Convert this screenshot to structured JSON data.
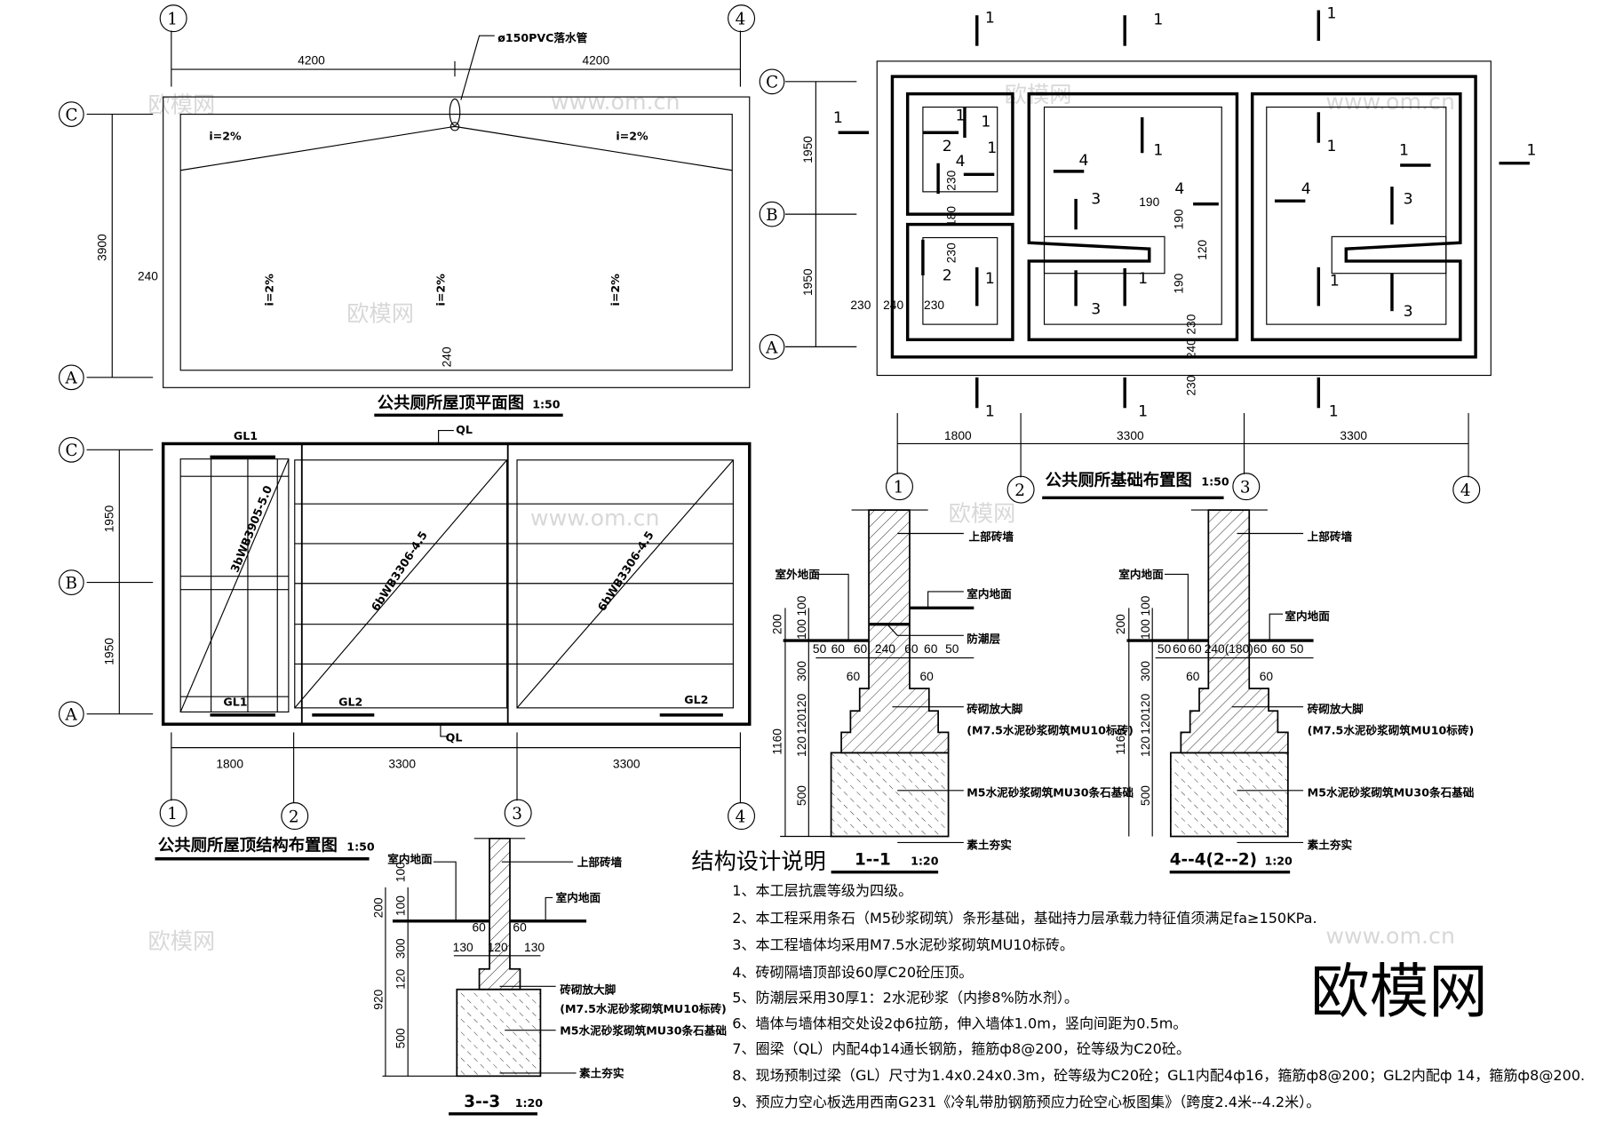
{
  "axes": {
    "n1": "1",
    "n2": "2",
    "n3": "3",
    "n4": "4",
    "a": "A",
    "b": "B",
    "c": "C"
  },
  "roof_plan": {
    "title": "公共厕所屋顶平面图",
    "scale": "1:50",
    "dim_left_span": "4200",
    "dim_right_span": "4200",
    "dim_height": "3900",
    "dim_wall_left": "240",
    "dim_wall_bottom": "240",
    "pipe_label": "ø150PVC落水管",
    "slope": "i=2%"
  },
  "roof_structure_plan": {
    "title": "公共厕所屋顶结构布置图",
    "scale": "1:50",
    "dims_x": [
      "1800",
      "3300",
      "3300"
    ],
    "dims_y": [
      "1950",
      "1950"
    ],
    "gl1": "GL1",
    "gl2": "GL2",
    "ql": "QL",
    "slab_left": "3bWB3905-5.0",
    "slab_mid": "6bWB3306-4.5",
    "slab_right": "6bWB3306-4.5"
  },
  "foundation_plan": {
    "title": "公共厕所基础布置图",
    "scale": "1:50",
    "dims_x": [
      "1800",
      "3300",
      "3300"
    ],
    "dims_y": [
      "1950",
      "1950"
    ],
    "dims_detail": [
      "230",
      "180",
      "230",
      "230",
      "240",
      "230",
      "190",
      "190",
      "120",
      "190",
      "230",
      "240",
      "230"
    ],
    "section_marks": [
      "1",
      "1",
      "1",
      "1",
      "1",
      "1",
      "1",
      "1",
      "1",
      "1",
      "2",
      "4",
      "1",
      "2",
      "1",
      "4",
      "1",
      "3",
      "4",
      "3",
      "1",
      "4",
      "1",
      "1",
      "3",
      "1",
      "3"
    ]
  },
  "section_1_1": {
    "title": "1--1",
    "scale": "1:20",
    "upper_wall": "上部砖墙",
    "outdoor_ground": "室外地面",
    "indoor_ground": "室内地面",
    "dpc": "防潮层",
    "footing": "砖砌放大脚",
    "footing_spec": "(M7.5水泥砂浆砌筑MU10标砖)",
    "stone_base": "M5水泥砂浆砌筑MU30条石基础",
    "soil": "素土夯实",
    "dims_top": [
      "50",
      "60",
      "60",
      "240",
      "60",
      "60",
      "50"
    ],
    "dims_sub": [
      "60",
      "60"
    ],
    "dims_left": [
      "200",
      "100",
      "100",
      "300",
      "120",
      "120",
      "120",
      "1160",
      "500"
    ]
  },
  "section_4_4": {
    "title": "4--4(2--2)",
    "scale": "1:20",
    "upper_wall": "上部砖墙",
    "indoor_ground_left": "室内地面",
    "indoor_ground_right": "室内地面",
    "footing": "砖砌放大脚",
    "footing_spec": "(M7.5水泥砂浆砌筑MU10标砖)",
    "stone_base": "M5水泥砂浆砌筑MU30条石基础",
    "soil": "素土夯实",
    "dims_top": [
      "50",
      "60",
      "60",
      "240(180)",
      "60",
      "60",
      "50"
    ],
    "dims_sub": [
      "60",
      "60"
    ],
    "dims_left": [
      "200",
      "100",
      "100",
      "300",
      "120",
      "120",
      "120",
      "1160",
      "500"
    ]
  },
  "section_3_3": {
    "title": "3--3",
    "scale": "1:20",
    "indoor_ground_left": "室内地面",
    "upper_wall": "上部砖墙",
    "indoor_ground_right": "室内地面",
    "footing": "砖砌放大脚",
    "footing_spec": "(M7.5水泥砂浆砌筑MU10标砖)",
    "stone_base": "M5水泥砂浆砌筑MU30条石基础",
    "soil": "素土夯实",
    "dims_top": [
      "60",
      "60"
    ],
    "dims_mid": [
      "130",
      "120",
      "130"
    ],
    "dims_left": [
      "200",
      "100",
      "100",
      "300",
      "120",
      "920",
      "500"
    ]
  },
  "notes": {
    "title": "结构设计说明",
    "items": [
      "1、本工层抗震等级为四级。",
      "2、本工程采用条石（M5砂浆砌筑）条形基础，基础持力层承载力特征值须满足fa≥150KPa.",
      "3、本工程墙体均采用M7.5水泥砂浆砌筑MU10标砖。",
      "4、砖砌隔墙顶部设60厚C20砼压顶。",
      "5、防潮层采用30厚1：2水泥砂浆（内掺8%防水剂）。",
      "6、墙体与墙体相交处设2ф6拉筋，伸入墙体1.0m，竖向间距为0.5m。",
      "7、圈梁（QL）内配4ф14通长钢筋，箍筋ф8@200，砼等级为C20砼。",
      "8、现场预制过梁（GL）尺寸为1.4x0.24x0.3m，砼等级为C20砼；GL1内配4ф16，箍筋ф8@200；GL2内配ф 14，箍筋ф8@200.",
      "9、预应力空心板选用西南G231《冷轧带肋钢筋预应力砼空心板图集》（跨度2.4米--4.2米）。"
    ]
  },
  "watermark": {
    "logo": "欧模网",
    "url": "www.om.cn"
  },
  "colors": {
    "line": "#000000",
    "watermark": "#d8d8d8",
    "logo": "#555555"
  }
}
